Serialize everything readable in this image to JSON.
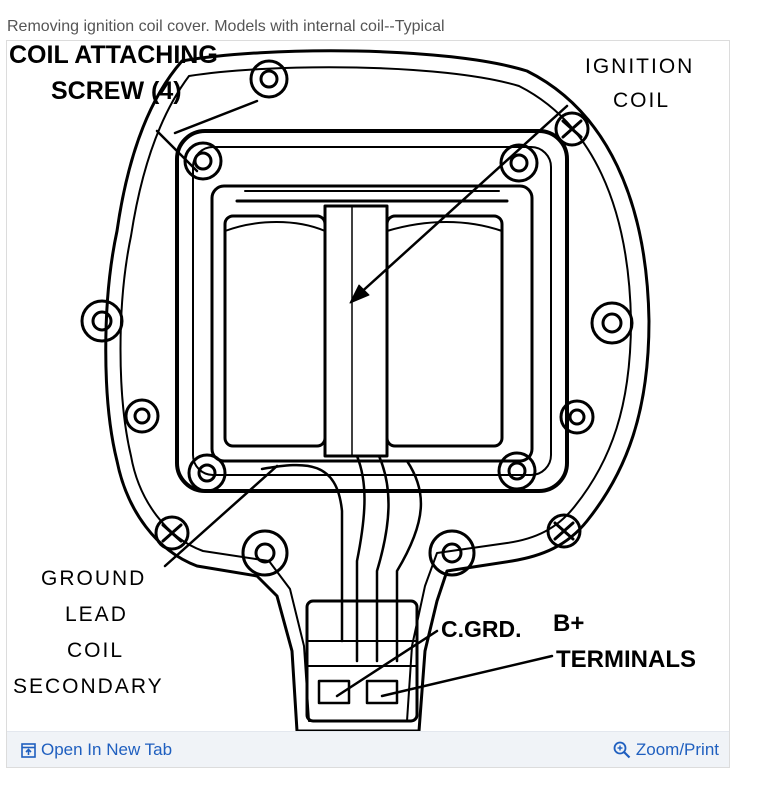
{
  "caption": "Removing ignition coil cover. Models with internal coil--Typical",
  "diagram": {
    "labels": {
      "coil_attaching_line1": "COIL ATTACHING",
      "coil_attaching_line2": "SCREW (4)",
      "ignition_line1": "IGNITION",
      "ignition_line2": "COIL",
      "ground_line1": "GROUND",
      "ground_line2": "LEAD",
      "ground_line3": "COIL",
      "ground_line4": "SECONDARY",
      "cgrd": "C.GRD.",
      "bplus": "B+",
      "terminals": "TERMINALS"
    }
  },
  "footer": {
    "open_tab_label": "Open In New Tab",
    "zoom_label": "Zoom/Print",
    "link_color": "#1f5fbf"
  },
  "icons": {
    "open_tab": "open-in-new-tab-icon",
    "zoom": "zoom-magnifier-icon"
  }
}
